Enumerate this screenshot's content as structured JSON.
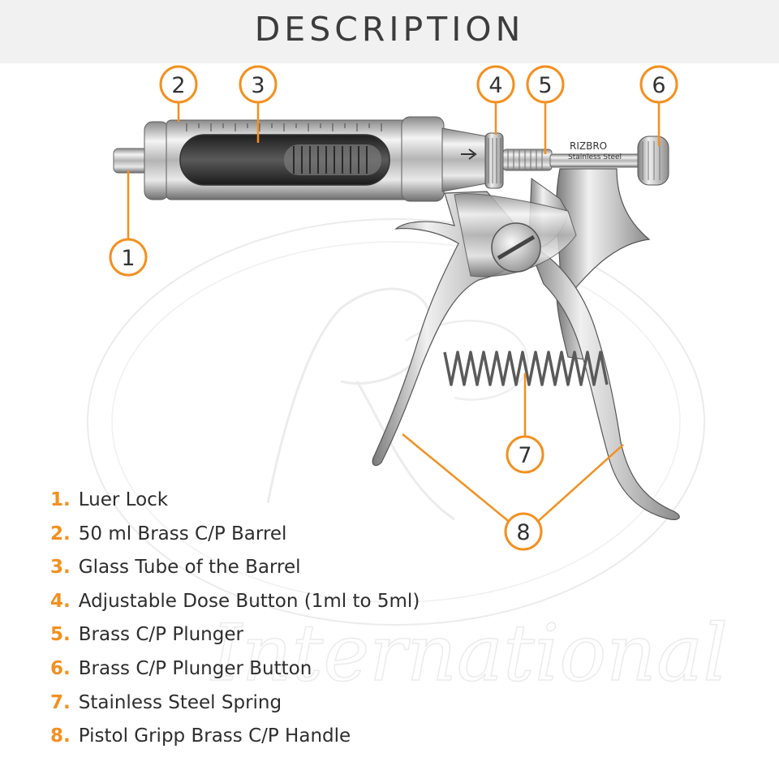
{
  "header": {
    "title": "DESCRIPTION"
  },
  "watermark": {
    "text": "International"
  },
  "product": {
    "brand": "RIZBRO",
    "engraving": "Stainless Steel"
  },
  "callouts": [
    "1",
    "2",
    "3",
    "4",
    "5",
    "6",
    "7",
    "8"
  ],
  "legend": [
    {
      "num": "1.",
      "label": "Luer Lock"
    },
    {
      "num": "2.",
      "label": "50 ml Brass C/P Barrel"
    },
    {
      "num": "3.",
      "label": "Glass Tube of the Barrel"
    },
    {
      "num": "4.",
      "label": "Adjustable Dose Button (1ml to 5ml)"
    },
    {
      "num": "5.",
      "label": "Brass C/P Plunger"
    },
    {
      "num": "6.",
      "label": "Brass C/P Plunger Button"
    },
    {
      "num": "7.",
      "label": "Stainless Steel Spring"
    },
    {
      "num": "8.",
      "label": "Pistol Gripp Brass C/P Handle"
    }
  ],
  "colors": {
    "accent": "#f39020",
    "header_bg": "#f1f1f1",
    "text": "#2d2d2d"
  }
}
